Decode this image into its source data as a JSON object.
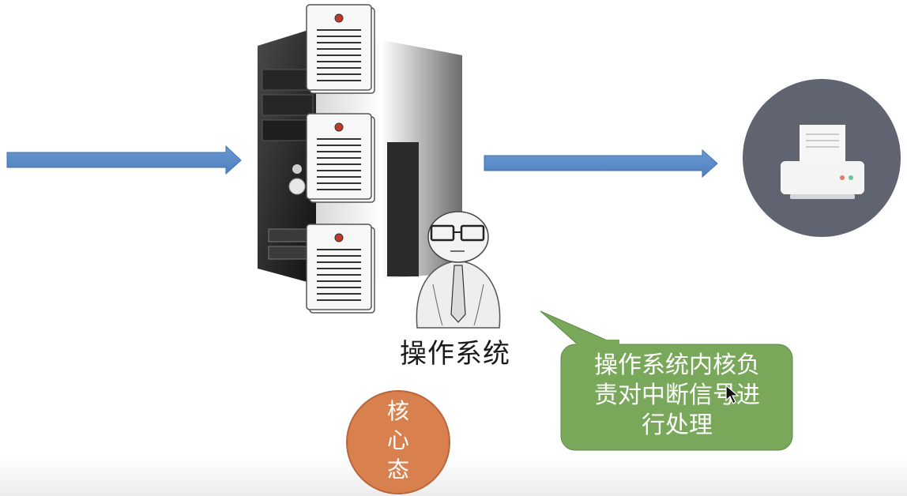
{
  "diagram": {
    "os_label": "操作系统",
    "kernel_mode": {
      "chars": [
        "核",
        "心",
        "态"
      ],
      "color": "#d9804f"
    },
    "callout": {
      "lines": [
        "操作系统内核负",
        "责对中断信号进",
        "行处理"
      ],
      "color": "#79a85b"
    },
    "colors": {
      "arrow": "#5b8fcc",
      "printer_circle": "#5f6470"
    },
    "icons": [
      "input-arrow-icon",
      "computer-tower-icon",
      "document-icon",
      "person-icon",
      "output-arrow-icon",
      "printer-icon",
      "mouse-cursor-icon"
    ]
  }
}
